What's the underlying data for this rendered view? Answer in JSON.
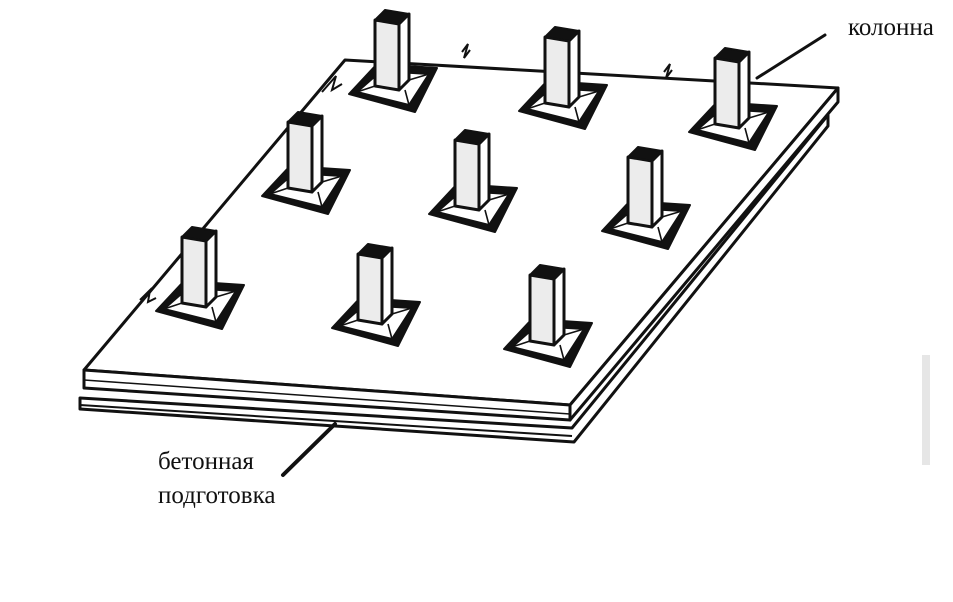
{
  "labels": {
    "column": "колонна",
    "concrete_line1": "бетонная",
    "concrete_line2": "подготовка"
  },
  "colors": {
    "ink": "#111111",
    "paper": "#ffffff",
    "column_face": "#ececec"
  },
  "columns": {
    "rows": 3,
    "per_row": 3
  }
}
